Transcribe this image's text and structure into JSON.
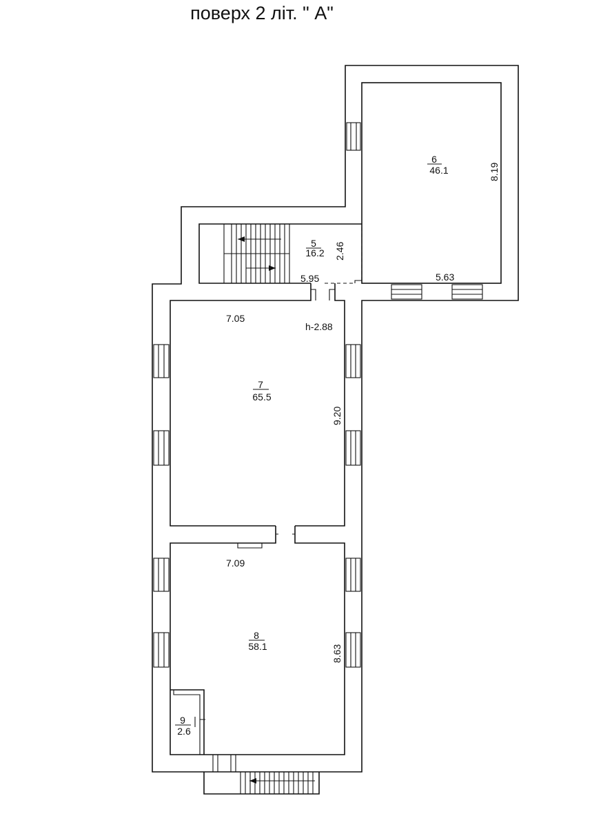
{
  "title": "поверх 2 літ.  \" А\"",
  "rooms": [
    {
      "number": "6",
      "area": "46.1"
    },
    {
      "number": "5",
      "area": "16.2"
    },
    {
      "number": "7",
      "area": "65.5"
    },
    {
      "number": "8",
      "area": "58.1"
    },
    {
      "number": "9",
      "area": "2.6"
    }
  ],
  "dimensions": {
    "room6_height": "8.19",
    "room6_width": "5.63",
    "room5_width": "2.46",
    "corridor": "5.95",
    "room7_top": "7.05",
    "ceiling_height": "h-2.88",
    "room7_right": "9.20",
    "room8_top": "7.09",
    "room8_right": "8.63"
  }
}
